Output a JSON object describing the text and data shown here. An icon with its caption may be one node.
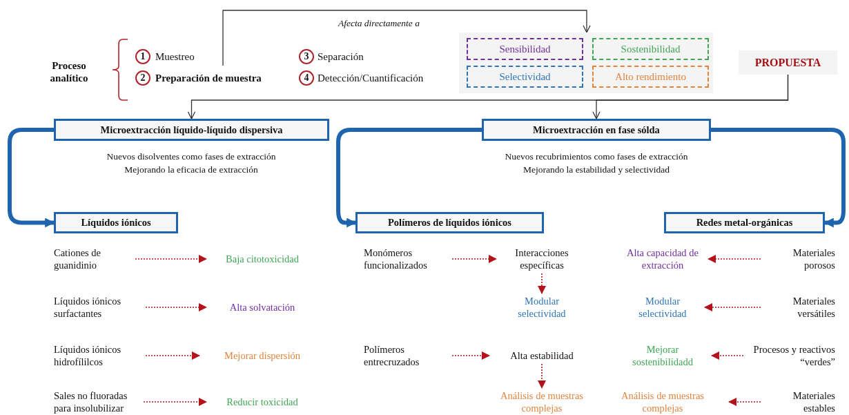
{
  "diagram": {
    "nodes": [
      {
        "text": [
          "1"
        ]
      },
      {
        "text": [
          "3"
        ]
      },
      {
        "text": [
          "2"
        ]
      },
      {
        "text": [
          "Preparación de muestra"
        ]
      },
      {
        "text": [
          "4"
        ]
      },
      {
        "text": [],
        "shape": "box"
      },
      {
        "text": [
          "Sensibilidad"
        ],
        "in": 5
      },
      {
        "text": [
          "Sostenibilidad"
        ],
        "in": 5
      },
      {
        "text": [
          "Selectividad"
        ],
        "in": 5
      },
      {
        "text": [
          "Alto rendimiento"
        ],
        "in": 5
      },
      {
        "text": [
          "PROPUESTA"
        ]
      },
      {
        "text": [
          "Microextracción líquido-líquido dispersiva"
        ],
        "beside": [
          "Nuevos disolventes como fases de extracción",
          "Mejorando la eficacia de extracción"
        ]
      },
      {
        "text": [
          "Microextracción en fase sólda"
        ],
        "beside": [
          "Nuevos recubrimientos como fases de extracción",
          "Mejorando la estabilidad y selectividad"
        ]
      },
      {
        "text": [
          "Líquidos iónicos"
        ]
      },
      {
        "text": [
          "Polímeros de líquidos iónicos"
        ]
      },
      {
        "text": [
          "Redes metal-orgánicas"
        ]
      },
      {
        "text": [
          "Cationes de guanidinio"
        ]
      },
      {
        "text": [
          "Baja citotoxicidad"
        ]
      },
      {
        "text": [
          "Monómeros funcionalizados"
        ]
      },
      {
        "text": [
          "Interacciones específicas"
        ]
      },
      {
        "text": [
          "Alta capacidad de extracción"
        ]
      },
      {
        "text": [
          "Materiales porosos"
        ]
      },
      {
        "text": [
          "Líquidos iónicos surfactantes"
        ]
      },
      {
        "text": [
          "Alta solvatación"
        ]
      },
      {
        "text": [
          "Modular selectividad"
        ]
      },
      {
        "text": [
          "Modular selectividad"
        ]
      },
      {
        "text": [
          "Materiales versátiles"
        ]
      },
      {
        "text": [
          "Líquidos iónicos hidrofílilcos"
        ]
      },
      {
        "text": [
          "Mejorar dispersión"
        ]
      },
      {
        "text": [
          "Polímeros entrecruzados"
        ]
      },
      {
        "text": [
          "Alta estabilidad"
        ]
      },
      {
        "text": [
          "Mejorar sostenibilidadd"
        ]
      },
      {
        "text": [
          "Procesos y reactivos “verdes”"
        ]
      },
      {
        "text": [
          "Sales no fluoradas para insolubilizar"
        ]
      },
      {
        "text": [
          "Reducir toxicidad"
        ]
      },
      {
        "text": [
          "Análisis de muestras complejas"
        ]
      },
      {
        "text": [
          "Análisis de muestras complejas"
        ]
      },
      {
        "text": [
          "Materiales estables"
        ]
      }
    ],
    "edges": [
      {
        "from": 3,
        "to": 5,
        "arrow": "to",
        "label": "Afecta directamente a",
        "color": "#333333"
      },
      {
        "from": 10,
        "to": 11,
        "arrow": "to",
        "color": "#333333"
      },
      {
        "from": 10,
        "to": 12,
        "arrow": "to",
        "color": "#333333"
      },
      {
        "from": 11,
        "to": 13,
        "arrow": "to",
        "style": "thick",
        "color": "#1f64ae"
      },
      {
        "from": 12,
        "to": 14,
        "arrow": "to",
        "style": "thick",
        "color": "#1f64ae"
      },
      {
        "from": 12,
        "to": 15,
        "arrow": "to",
        "style": "thick",
        "color": "#1f64ae"
      },
      {
        "from": 16,
        "to": 17,
        "arrow": "to",
        "style": "dashed"
      },
      {
        "from": 18,
        "to": 19,
        "arrow": "to",
        "style": "dashed"
      },
      {
        "from": 19,
        "to": 24,
        "arrow": "to",
        "style": "dashed"
      },
      {
        "from": 21,
        "to": 20,
        "arrow": "to",
        "style": "dashed"
      },
      {
        "from": 22,
        "to": 23,
        "arrow": "to",
        "style": "dashed"
      },
      {
        "from": 26,
        "to": 25,
        "arrow": "to",
        "style": "dashed"
      },
      {
        "from": 27,
        "to": 28,
        "arrow": "to",
        "style": "dashed"
      },
      {
        "from": 29,
        "to": 30,
        "arrow": "to",
        "style": "dashed"
      },
      {
        "from": 30,
        "to": 35,
        "arrow": "to",
        "style": "dashed"
      },
      {
        "from": 32,
        "to": 31,
        "arrow": "to",
        "style": "dashed"
      },
      {
        "from": 33,
        "to": 34,
        "arrow": "to",
        "style": "dashed"
      },
      {
        "from": 37,
        "to": 36,
        "arrow": "to",
        "style": "dashed"
      }
    ],
    "labels": [
      "Proceso analítico",
      "Muestreo",
      "Separación",
      "Detección/Cuantificación"
    ]
  }
}
